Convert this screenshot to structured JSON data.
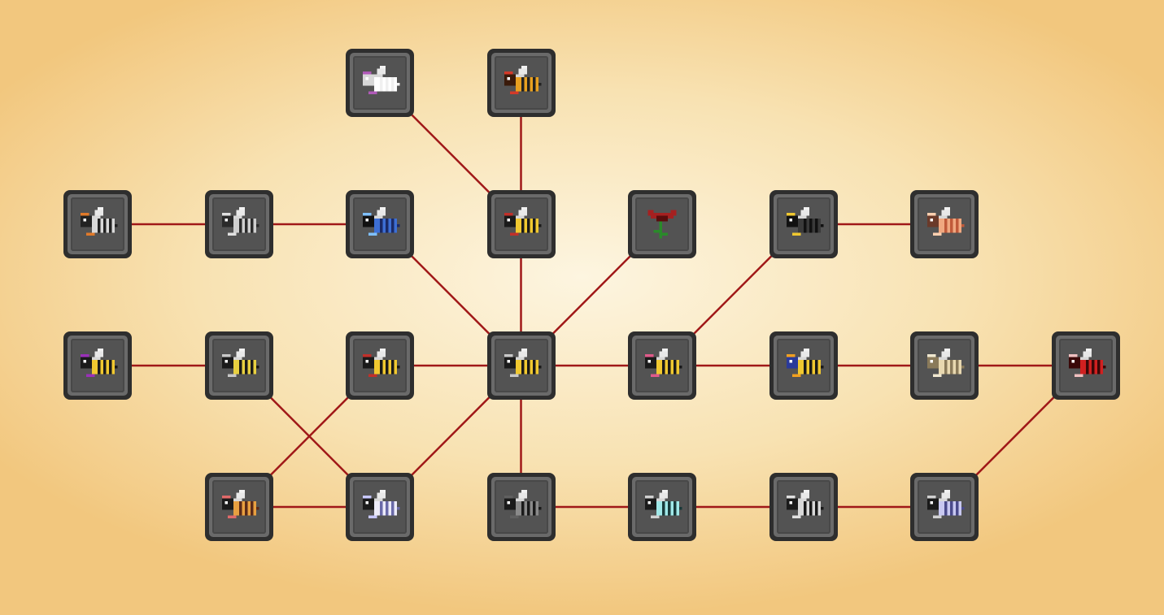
{
  "nodes": [
    {
      "id": "r0c2",
      "col": 2,
      "row": 0,
      "body": "#ffffff",
      "stripe": "#f0f0f0",
      "head": "#d8d8d8",
      "accent": "#b05ab8",
      "icon": "white-nurse-bee-icon"
    },
    {
      "id": "r0c3",
      "col": 3,
      "row": 0,
      "body": "#e8a020",
      "stripe": "#222222",
      "head": "#3a1a0a",
      "accent": "#d33a2a",
      "icon": "fire-bee-icon"
    },
    {
      "id": "r1c0",
      "col": 0,
      "row": 1,
      "body": "#d9d9d9",
      "stripe": "#222222",
      "head": "#222222",
      "accent": "#e07a2a",
      "icon": "lock-bee-icon"
    },
    {
      "id": "r1c1",
      "col": 1,
      "row": 1,
      "body": "#cfcfcf",
      "stripe": "#2a2a2a",
      "head": "#2a2a2a",
      "accent": "#e0e0e0",
      "icon": "grey-bee-icon"
    },
    {
      "id": "r1c2",
      "col": 2,
      "row": 1,
      "body": "#3d6fd4",
      "stripe": "#1b2a66",
      "head": "#111111",
      "accent": "#7fc0ff",
      "icon": "blue-bee-icon"
    },
    {
      "id": "r1c3",
      "col": 3,
      "row": 1,
      "body": "#f0c830",
      "stripe": "#1a1a1a",
      "head": "#1a1a1a",
      "accent": "#c0302a",
      "icon": "red-bandana-bee-icon"
    },
    {
      "id": "r1c4",
      "col": 4,
      "row": 1,
      "body": "#a52020",
      "stripe": "#5a0c0c",
      "head": "#5a0c0c",
      "accent": "#2a8a2a",
      "icon": "flower-icon"
    },
    {
      "id": "r1c5",
      "col": 5,
      "row": 1,
      "body": "#3a3a3a",
      "stripe": "#111111",
      "head": "#111111",
      "accent": "#f0c830",
      "icon": "tophat-bee-icon"
    },
    {
      "id": "r1c6",
      "col": 6,
      "row": 1,
      "body": "#f0a880",
      "stripe": "#c05a3a",
      "head": "#6a3a2a",
      "accent": "#ffd0b0",
      "icon": "peach-bee-icon"
    },
    {
      "id": "r2c0",
      "col": 0,
      "row": 2,
      "body": "#f0c830",
      "stripe": "#1a1a1a",
      "head": "#1a1a1a",
      "accent": "#9a30b8",
      "icon": "purple-hood-bee-icon"
    },
    {
      "id": "r2c1",
      "col": 1,
      "row": 2,
      "body": "#e8d040",
      "stripe": "#1a1a1a",
      "head": "#1a1a1a",
      "accent": "#c8c8c8",
      "icon": "sword-bee-icon"
    },
    {
      "id": "r2c2",
      "col": 2,
      "row": 2,
      "body": "#f0c830",
      "stripe": "#1a1a1a",
      "head": "#1a1a1a",
      "accent": "#c0302a",
      "icon": "candle-bee-icon"
    },
    {
      "id": "r2c3",
      "col": 3,
      "row": 2,
      "body": "#f0c830",
      "stripe": "#1a1a1a",
      "head": "#1a1a1a",
      "accent": "#c8c8c8",
      "icon": "basic-bee-icon"
    },
    {
      "id": "r2c4",
      "col": 4,
      "row": 2,
      "body": "#f0c830",
      "stripe": "#1a1a1a",
      "head": "#1a1a1a",
      "accent": "#e05a8a",
      "icon": "pink-bee-icon"
    },
    {
      "id": "r2c5",
      "col": 5,
      "row": 2,
      "body": "#f0c830",
      "stripe": "#1a1a1a",
      "head": "#2a3a9a",
      "accent": "#f0a020",
      "icon": "hard-hat-bee-icon"
    },
    {
      "id": "r2c6",
      "col": 6,
      "row": 2,
      "body": "#e8d8b0",
      "stripe": "#8a7a5a",
      "head": "#8a7a5a",
      "accent": "#f0e8d0",
      "icon": "ghost-bee-icon"
    },
    {
      "id": "r2c7",
      "col": 7,
      "row": 2,
      "body": "#d02020",
      "stripe": "#3a0808",
      "head": "#3a0808",
      "accent": "#f0c0c0",
      "icon": "red-bee-icon"
    },
    {
      "id": "r3c1",
      "col": 1,
      "row": 3,
      "body": "#e8a040",
      "stripe": "#5a2a1a",
      "head": "#1a1a1a",
      "accent": "#e06a6a",
      "icon": "scarf-bee-icon"
    },
    {
      "id": "r3c2",
      "col": 2,
      "row": 3,
      "body": "#ecebf8",
      "stripe": "#6a6aa8",
      "head": "#1a1a1a",
      "accent": "#c8c8ff",
      "icon": "frost-bee-icon"
    },
    {
      "id": "r3c3",
      "col": 3,
      "row": 3,
      "body": "#8a8a8a",
      "stripe": "#1a1a1a",
      "head": "#1a1a1a",
      "accent": "#606060",
      "icon": "shadow-bee-icon"
    },
    {
      "id": "r3c4",
      "col": 4,
      "row": 3,
      "body": "#a0e8e8",
      "stripe": "#1a3a3a",
      "head": "#1a1a1a",
      "accent": "#d0d0d0",
      "icon": "cyan-bee-icon"
    },
    {
      "id": "r3c5",
      "col": 5,
      "row": 3,
      "body": "#d8d8d8",
      "stripe": "#1a1a1a",
      "head": "#1a1a1a",
      "accent": "#e0e0e0",
      "icon": "silver-bee-icon"
    },
    {
      "id": "r3c6",
      "col": 6,
      "row": 3,
      "body": "#c8c8f0",
      "stripe": "#4a4a8a",
      "head": "#1a1a1a",
      "accent": "#d0d0d0",
      "icon": "lavender-bee-icon"
    }
  ],
  "edges": [
    [
      "r0c2",
      "r1c3"
    ],
    [
      "r0c3",
      "r1c3"
    ],
    [
      "r1c0",
      "r1c1"
    ],
    [
      "r1c1",
      "r1c2"
    ],
    [
      "r1c2",
      "r2c3"
    ],
    [
      "r1c3",
      "r2c3"
    ],
    [
      "r1c4",
      "r2c3"
    ],
    [
      "r1c5",
      "r2c4"
    ],
    [
      "r1c5",
      "r1c6"
    ],
    [
      "r2c0",
      "r2c1"
    ],
    [
      "r2c1",
      "r3c2"
    ],
    [
      "r2c2",
      "r2c3"
    ],
    [
      "r2c2",
      "r3c1"
    ],
    [
      "r2c3",
      "r2c4"
    ],
    [
      "r2c4",
      "r2c5"
    ],
    [
      "r2c5",
      "r2c6"
    ],
    [
      "r2c6",
      "r2c7"
    ],
    [
      "r2c3",
      "r3c2"
    ],
    [
      "r2c3",
      "r3c3"
    ],
    [
      "r3c1",
      "r3c2"
    ],
    [
      "r3c3",
      "r3c4"
    ],
    [
      "r3c4",
      "r3c5"
    ],
    [
      "r3c5",
      "r3c6"
    ],
    [
      "r3c6",
      "r2c7"
    ]
  ],
  "colors": {
    "edge": "#a01818"
  }
}
